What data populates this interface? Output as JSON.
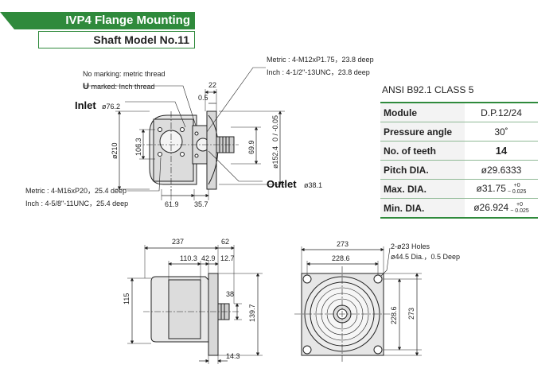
{
  "header": {
    "title": "IVP4 Flange Mounting",
    "subtitle": "Shaft Model No.11"
  },
  "top_view": {
    "note_no_mark": "No marking: metric thread",
    "note_u_mark_prefix": "U",
    "note_u_mark_rest": " marked: Inch thread",
    "inlet_label": "Inlet",
    "inlet_dia": "ø76.2",
    "outlet_label": "Outlet",
    "outlet_dia": "ø38.1",
    "metric_top": "Metric : 4-M12xP1.75，23.8 deep",
    "inch_top": "Inch : 4-1/2\"-13UNC，23.8 deep",
    "metric_bottom": "Metric : 4-M16xP20，25.4 deep",
    "inch_bottom": "Inch : 4-5/8\"-11UNC，25.4 deep",
    "dim_22": "22",
    "dim_05": "0.5",
    "dim_210": "ø210",
    "dim_1063": "106.3",
    "dim_699": "69.9",
    "dim_1524": "ø152.4",
    "dim_1524_tol": "0\n-0.05",
    "dim_619": "61.9",
    "dim_357": "35.7"
  },
  "side_view": {
    "dim_237": "237",
    "dim_62": "62",
    "dim_1103": "110.3",
    "dim_429": "42.9",
    "dim_127": "12.7",
    "dim_115": "115",
    "dim_38": "38",
    "dim_1397": "139.7",
    "dim_143": "14.3"
  },
  "flange_view": {
    "dim_273_top": "273",
    "dim_2286_top": "228.6",
    "holes_note": "2-ø23 Holes",
    "cb_note": "ø44.5 Dia.，0.5 Deep",
    "dim_2286_right": "228.6",
    "dim_273_right": "273"
  },
  "spec": {
    "title": "ANSI B92.1 CLASS 5",
    "rows": [
      {
        "key": "Module",
        "value": "D.P.12/24"
      },
      {
        "key": "Pressure angle",
        "value": "30˚"
      },
      {
        "key": "No. of teeth",
        "value": "14"
      },
      {
        "key": "Pitch DIA.",
        "value": "ø29.6333"
      },
      {
        "key": "Max. DIA.",
        "value": "ø31.75",
        "tol_up": "+0",
        "tol_dn": "− 0.025"
      },
      {
        "key": "Min. DIA.",
        "value": "ø26.924",
        "tol_up": "+0",
        "tol_dn": "− 0.025"
      }
    ]
  },
  "colors": {
    "accent": "#2f8a3c"
  }
}
